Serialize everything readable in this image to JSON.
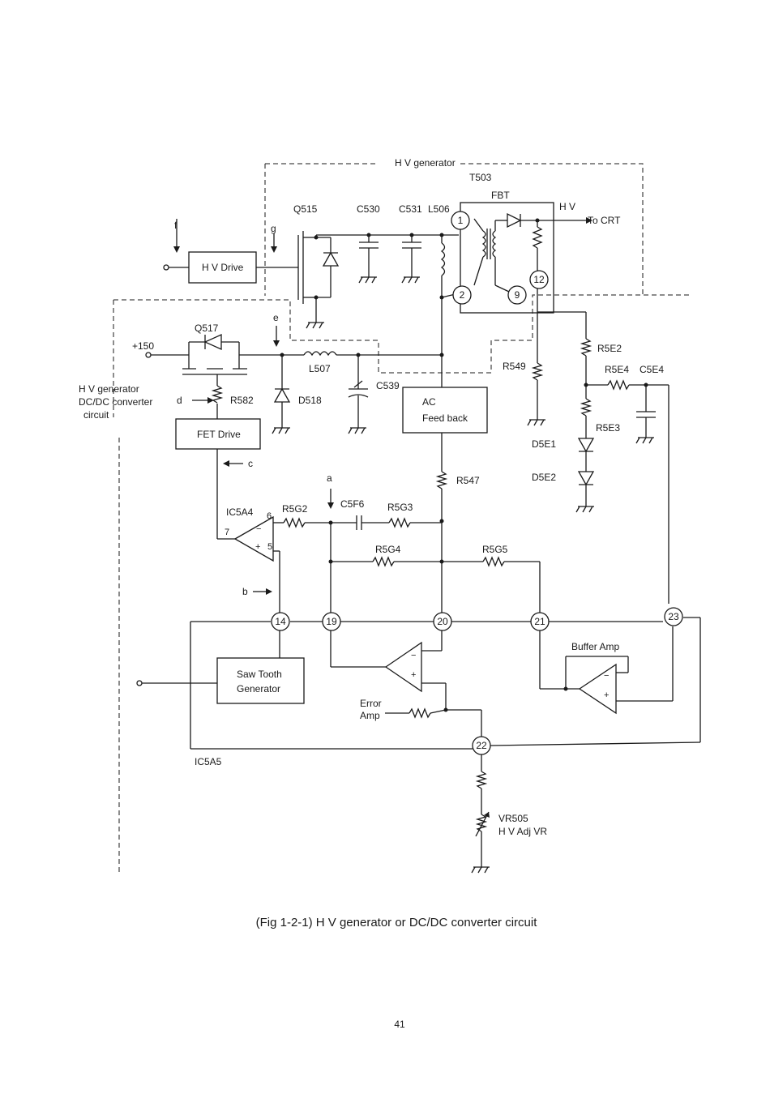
{
  "labels": {
    "hv_generator_frame": "H V generator",
    "t503": "T503",
    "fbt": "FBT",
    "hv": "H V",
    "to_crt": "To CRT",
    "q515": "Q515",
    "c530": "C530",
    "c531": "C531",
    "l506": "L506",
    "sig_f": "f",
    "sig_g": "g",
    "hv_drive": "H V Drive",
    "q517": "Q517",
    "plus150": "+150",
    "sig_e": "e",
    "l507": "L507",
    "c539": "C539",
    "d518": "D518",
    "r582": "R582",
    "sig_d": "d",
    "fet_drive": "FET Drive",
    "sig_c": "c",
    "ac_feedback_1": "AC",
    "ac_feedback_2": "Feed back",
    "r549": "R549",
    "r5e2": "R5E2",
    "r5e4": "R5E4",
    "c5e4": "C5E4",
    "r5e3": "R5E3",
    "d5e1": "D5E1",
    "d5e2": "D5E2",
    "r547": "R547",
    "sig_a": "a",
    "ic5a4": "IC5A4",
    "r5g2": "R5G2",
    "c5f6": "C5F6",
    "r5g3": "R5G3",
    "pin6": "6",
    "pin7": "7",
    "pin5": "5",
    "r5g4": "R5G4",
    "r5g5": "R5G5",
    "sig_b": "b",
    "buffer_amp": "Buffer Amp",
    "saw_1": "Saw Tooth",
    "saw_2": "Generator",
    "error_1": "Error",
    "error_2": "Amp",
    "ic5a5": "IC5A5",
    "vr505": "VR505",
    "hv_adj_vr": "H V Adj VR",
    "side_1": "H V generator",
    "side_2": "DC/DC converter",
    "side_3": "circuit"
  },
  "nodes": {
    "n1": "1",
    "n2": "2",
    "n9": "9",
    "n12": "12",
    "n14": "14",
    "n19": "19",
    "n20": "20",
    "n21": "21",
    "n22": "22",
    "n23": "23"
  },
  "caption": "(Fig 1-2-1) H V generator or DC/DC converter circuit",
  "page_number": "41"
}
